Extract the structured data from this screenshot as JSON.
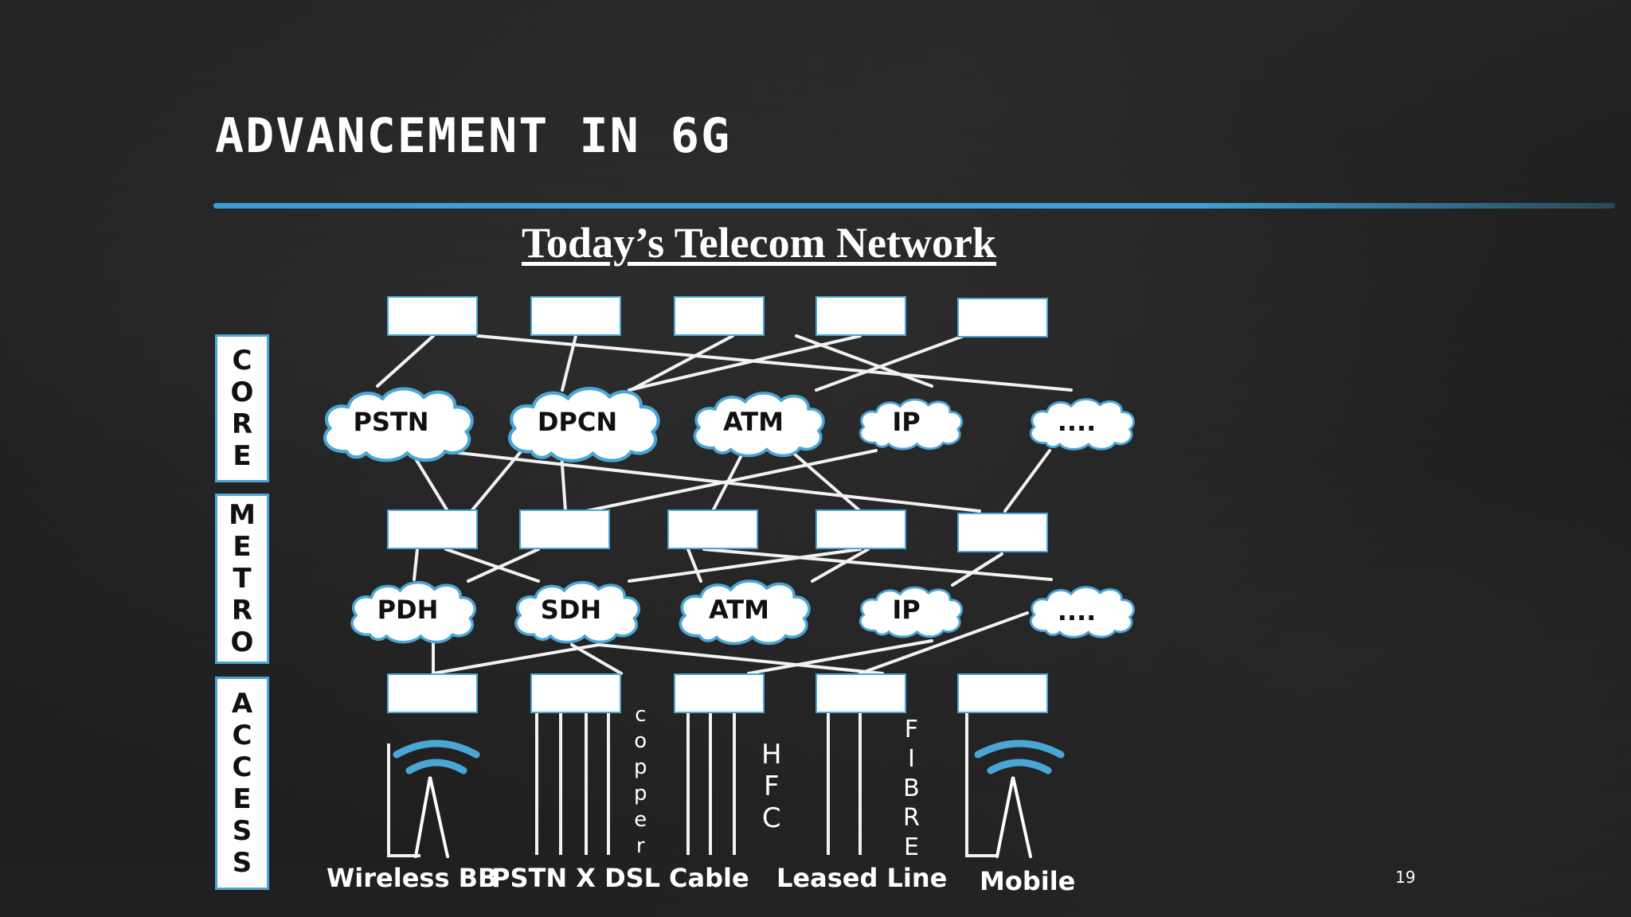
{
  "slide": {
    "title": "ADVANCEMENT IN 6G",
    "diagram_title": "Today’s Telecom Network",
    "page_number": "19",
    "accent_color": "#4aa6d6",
    "background_color": "#1c1c1c"
  },
  "layers": {
    "core": [
      "C",
      "O",
      "R",
      "E"
    ],
    "metro": [
      "M",
      "E",
      "T",
      "R",
      "O"
    ],
    "access": [
      "A",
      "C",
      "C",
      "E",
      "S",
      "S"
    ]
  },
  "core_clouds": [
    "PSTN",
    "DPCN",
    "ATM",
    "IP",
    "...."
  ],
  "metro_clouds": [
    "PDH",
    "SDH",
    "ATM",
    "IP",
    "...."
  ],
  "access_labels": [
    "Wireless BB",
    "PSTN X DSL",
    "Cable",
    "Leased Line",
    "Mobile"
  ],
  "link_labels": {
    "copper": [
      "c",
      "o",
      "p",
      "p",
      "e",
      "r"
    ],
    "hfc": [
      "H",
      "F",
      "C"
    ],
    "fibre": [
      "F",
      "I",
      "B",
      "R",
      "E"
    ]
  },
  "icons": {
    "wireless": "wireless-antenna-icon",
    "mobile": "mobile-antenna-icon"
  }
}
